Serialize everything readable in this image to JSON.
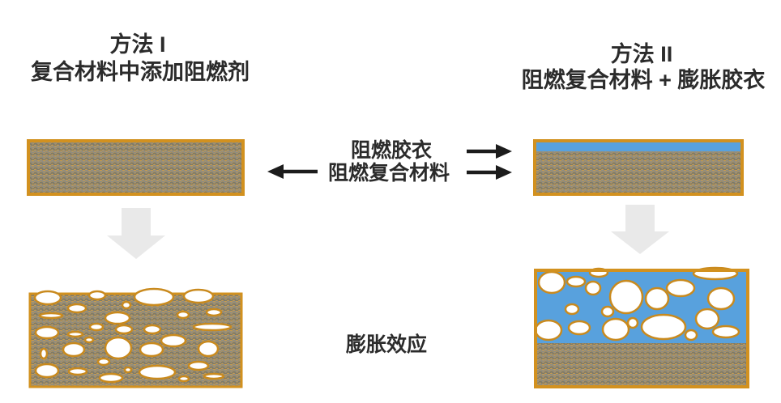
{
  "titles": {
    "method1": {
      "line1": "方法 I",
      "line2": "复合材料中添加阻燃剂"
    },
    "method2": {
      "line1": "方法 II",
      "line2": "阻燃复合材料 + 膨胀胶衣"
    }
  },
  "center_labels": {
    "gelcoat": "阻燃胶衣",
    "composite": "阻燃复合材料",
    "effect": "膨胀效应"
  },
  "icons": {
    "left_arrow": "arrow-left-icon",
    "right_arrow_top": "arrow-right-icon",
    "right_arrow_bottom": "arrow-right-icon",
    "down_arrow_left": "block-arrow-down-icon",
    "down_arrow_right": "block-arrow-down-icon"
  },
  "colors": {
    "background": "#ffffff",
    "text": "#2b2b2b",
    "border_orange": "#d2911f",
    "bubble_rim": "#c98a1e",
    "gelcoat_blue": "#58a1dd",
    "texture_tan": "#c49b51",
    "texture_gray": "#8e8c82",
    "texture_gray2": "#7c7a6c",
    "arrow_black": "#1c1c1c",
    "arrow_gray": "#e9e9e9"
  }
}
